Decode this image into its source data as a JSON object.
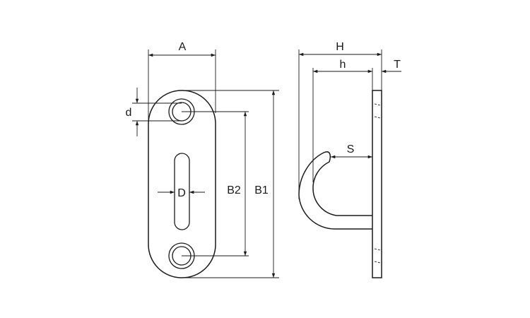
{
  "labels": {
    "A": "A",
    "d": "d",
    "D": "D",
    "B2": "B2",
    "B1": "B1",
    "H": "H",
    "h": "h",
    "T": "T",
    "S": "S"
  },
  "colors": {
    "line": "#1a1a1a",
    "background": "#ffffff"
  }
}
